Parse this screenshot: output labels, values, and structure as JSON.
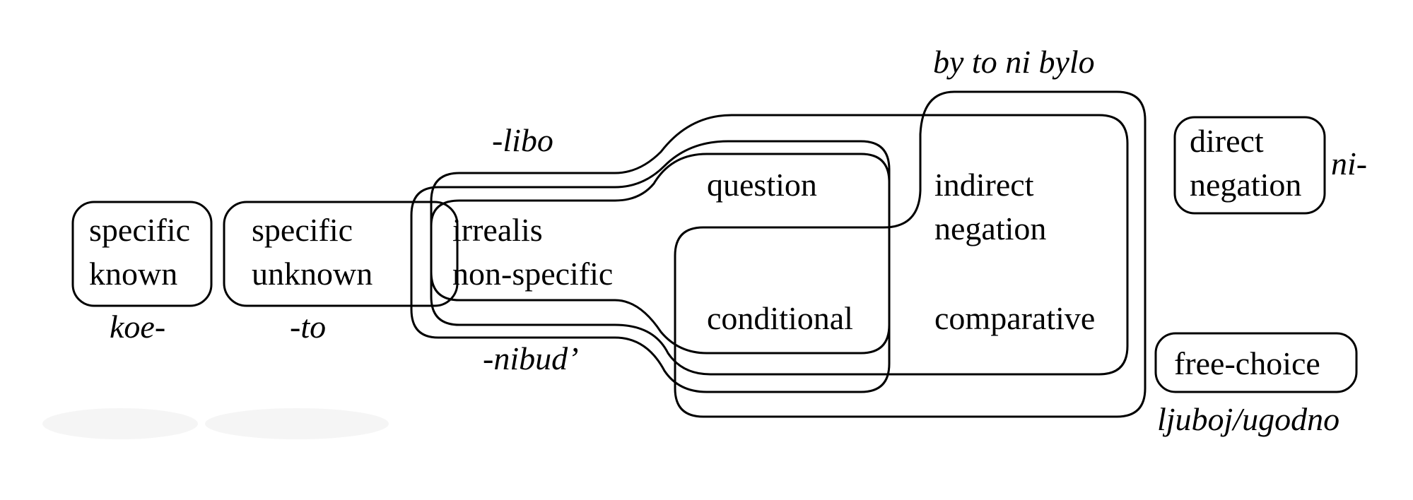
{
  "diagram": {
    "functions": {
      "specific_known": [
        "specific",
        "known"
      ],
      "specific_unknown": [
        "specific",
        "unknown"
      ],
      "irrealis_non_specific": [
        "irrealis",
        "non-specific"
      ],
      "question": "question",
      "conditional": "conditional",
      "indirect_negation": [
        "indirect",
        "negation"
      ],
      "comparative": "comparative",
      "direct_negation": [
        "direct",
        "negation"
      ],
      "free_choice": "free-choice"
    },
    "markers": {
      "koe": "koe-",
      "to": "-to",
      "libo": "-libo",
      "nibud": "-nibud’",
      "by_to_ni_bylo": "by to ni bylo",
      "ni": "ni-",
      "ljuboj_ugodno": "ljuboj/ugodno"
    },
    "colors": {
      "stroke": "#000000",
      "text": "#000000",
      "background": "#ffffff"
    }
  }
}
